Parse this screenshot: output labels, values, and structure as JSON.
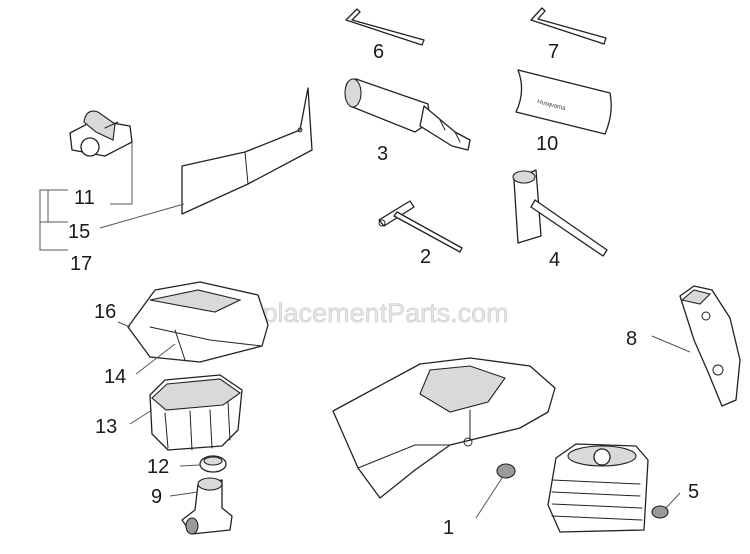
{
  "watermark": "eReplacementParts.com",
  "callouts": {
    "c1": "1",
    "c2": "2",
    "c3": "3",
    "c4": "4",
    "c5": "5",
    "c6": "6",
    "c7": "7",
    "c8": "8",
    "c9": "9",
    "c10": "10",
    "c11": "11",
    "c12": "12",
    "c13": "13",
    "c14": "14",
    "c15": "15",
    "c16": "16",
    "c17": "17"
  },
  "decal_text": "Husqvarna"
}
